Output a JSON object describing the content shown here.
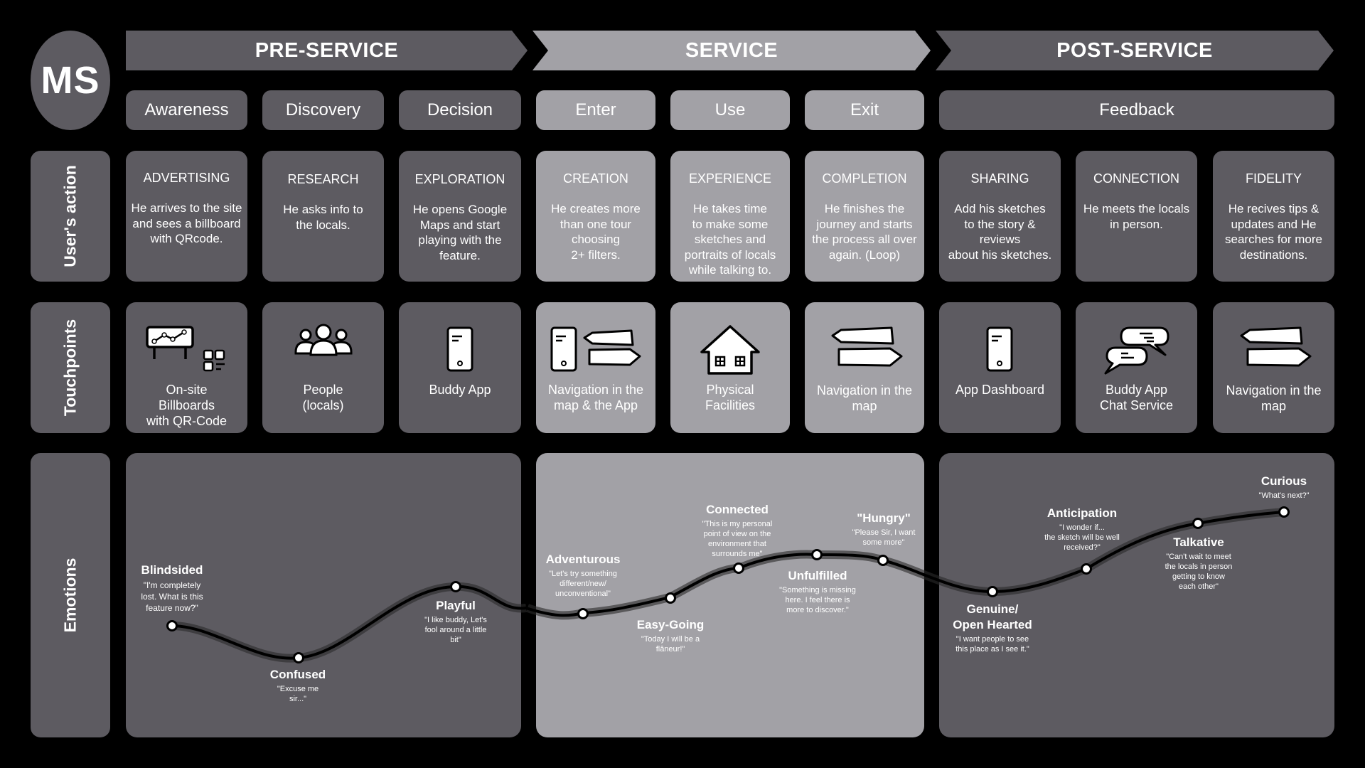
{
  "logo": "MS",
  "phases": [
    {
      "label": "PRE-SERVICE"
    },
    {
      "label": "SERVICE"
    },
    {
      "label": "POST-SERVICE"
    }
  ],
  "stages": [
    "Awareness",
    "Discovery",
    "Decision",
    "Enter",
    "Use",
    "Exit",
    "Feedback"
  ],
  "row_labels": {
    "actions": "User's action",
    "touchpoints": "Touchpoints",
    "emotions": "Emotions"
  },
  "actions": [
    {
      "title": "ADVERTISING",
      "text": "He arrives to the site\nand sees a billboard\nwith QRcode."
    },
    {
      "title": "RESEARCH",
      "text": "He asks info to\nthe locals."
    },
    {
      "title": "EXPLORATION",
      "text": "He opens Google\nMaps and start\nplaying with the\nfeature."
    },
    {
      "title": "CREATION",
      "text": "He creates more\nthan one tour\nchoosing\n2+ filters."
    },
    {
      "title": "EXPERIENCE",
      "text": "He takes time\nto make some\nsketches and\nportraits of locals\nwhile talking to."
    },
    {
      "title": "COMPLETION",
      "text": "He finishes the\njourney and starts\nthe process all over\nagain. (Loop)"
    },
    {
      "title": "SHARING",
      "text": "Add his sketches\nto the story &\nreviews\nabout his sketches."
    },
    {
      "title": "CONNECTION",
      "text": "He meets the locals\nin person."
    },
    {
      "title": "FIDELITY",
      "text": "He recives tips &\nupdates and He\nsearches for more\ndestinations."
    }
  ],
  "touchpoints": [
    {
      "label": "On-site\nBillboards\nwith QR-Code",
      "icon": "billboard-qr-icon"
    },
    {
      "label": "People\n(locals)",
      "icon": "people-icon"
    },
    {
      "label": "Buddy App",
      "icon": "phone-app-icon"
    },
    {
      "label": "Navigation in the\nmap & the App",
      "icon": "phone-signpost-icon"
    },
    {
      "label": "Physical\nFacilities",
      "icon": "house-icon"
    },
    {
      "label": "Navigation in the\nmap",
      "icon": "signpost-icon"
    },
    {
      "label": "App Dashboard",
      "icon": "phone-app-icon"
    },
    {
      "label": "Buddy App\nChat Service",
      "icon": "chat-bubbles-icon"
    },
    {
      "label": "Navigation in the\nmap",
      "icon": "signpost-icon"
    }
  ],
  "emotions": [
    {
      "name": "Blindsided",
      "quote": "\"I'm completely\nlost. What is this\nfeature now?\""
    },
    {
      "name": "Confused",
      "quote": "\"Excuse me\nsir...\""
    },
    {
      "name": "Playful",
      "quote": "\"I like buddy, Let's\nfool around a little\nbit\""
    },
    {
      "name": "Adventurous",
      "quote": "\"Let's try something\ndifferent/new/\nunconventional\""
    },
    {
      "name": "Easy-Going",
      "quote": "\"Today I will be a\nflâneur!\""
    },
    {
      "name": "Connected",
      "quote": "\"This is my personal\npoint of view on the\nenvironment that\nsurrounds me\""
    },
    {
      "name": "Unfulfilled",
      "quote": "\"Something is missing\nhere. I feel there is\nmore to discover.\""
    },
    {
      "name": "\"Hungry\"",
      "quote": "\"Please Sir, I want\nsome more\""
    },
    {
      "name": "Genuine/\nOpen Hearted",
      "quote": "\"I want people to see\nthis place as I see it.\""
    },
    {
      "name": "Anticipation",
      "quote": "\"I wonder if...\nthe sketch will be well\nreceived?\""
    },
    {
      "name": "Talkative",
      "quote": "\"Can't wait to meet\nthe locals in person\ngetting to know\neach other\""
    },
    {
      "name": "Curious",
      "quote": "\"What's next?\""
    }
  ],
  "colors": {
    "background": "#000000",
    "dark_card": "#5d5b61",
    "light_card": "#a2a1a6",
    "curve": "#000000",
    "marker": "#ffffff"
  }
}
